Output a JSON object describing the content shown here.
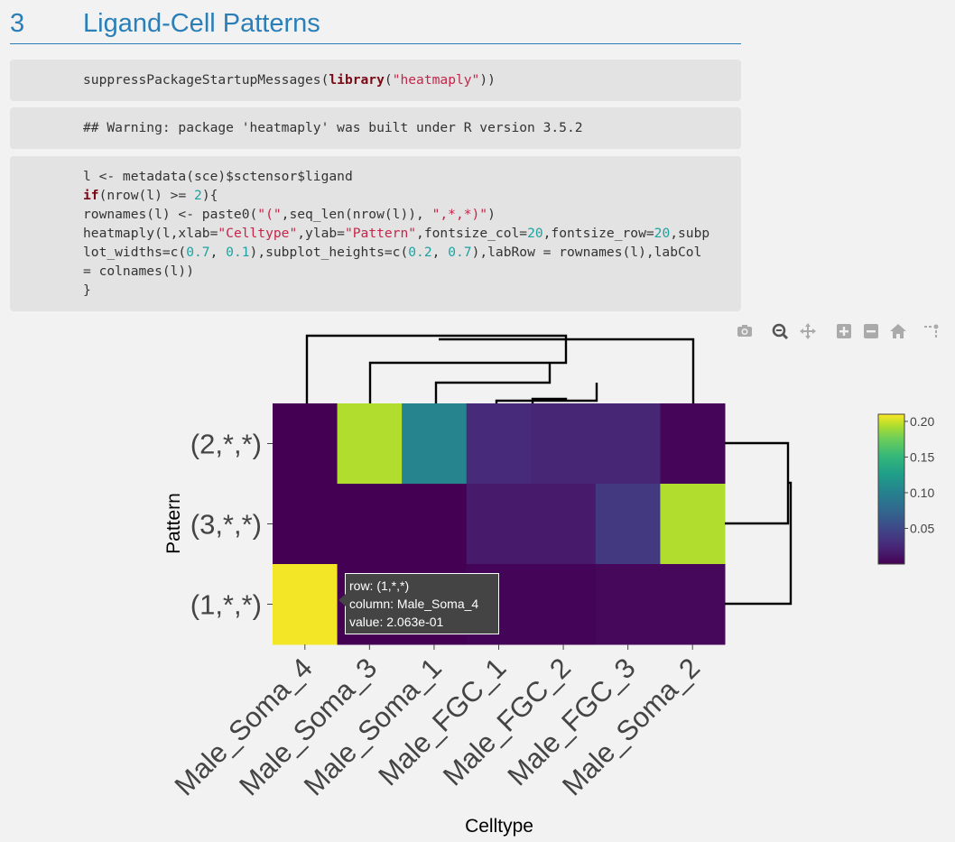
{
  "section": {
    "number": "3",
    "title": "Ligand-Cell Patterns"
  },
  "code1": {
    "fn_a": "suppressPackageStartupMessages(",
    "kw": "library",
    "p1": "(",
    "str": "\"heatmaply\"",
    "p2": "))"
  },
  "warning": {
    "text": "## Warning: package 'heatmaply' was built under R version 3.5.2"
  },
  "code3": {
    "l1": "l <- metadata(sce)$sctensor$ligand",
    "l2_kw": "if",
    "l2_a": "(nrow(l) >= ",
    "l2_num": "2",
    "l2_b": "){",
    "l3_a": "rownames(l) <- paste0(",
    "l3_s1": "\"(\"",
    "l3_b": ",seq_len(nrow(l)), ",
    "l3_s2": "\",*,*)\"",
    "l3_c": ")",
    "l4_a": "heatmaply(l,xlab=",
    "l4_s1": "\"Celltype\"",
    "l4_b": ",ylab=",
    "l4_s2": "\"Pattern\"",
    "l4_c": ",fontsize_col=",
    "l4_n1": "20",
    "l4_d": ",fontsize_row=",
    "l4_n2": "20",
    "l4_e": ",subp",
    "l5_a": "lot_widths=c(",
    "l5_n1": "0.7",
    "l5_b": ", ",
    "l5_n2": "0.1",
    "l5_c": "),subplot_heights=c(",
    "l5_n3": "0.2",
    "l5_d": ", ",
    "l5_n4": "0.7",
    "l5_e": "),labRow = rownames(l),labCol",
    "l6": "= colnames(l))",
    "l7": "}"
  },
  "toolbar": {
    "icons": [
      "camera-icon",
      "zoom-icon",
      "pan-icon",
      "zoom-in-icon",
      "zoom-out-icon",
      "home-icon",
      "spikelines-icon"
    ]
  },
  "chart_data": {
    "type": "heatmap",
    "xlabel": "Celltype",
    "ylabel": "Pattern",
    "columns": [
      "Male_Soma_4",
      "Male_Soma_3",
      "Male_Soma_1",
      "Male_FGC_1",
      "Male_FGC_2",
      "Male_FGC_3",
      "Male_Soma_2"
    ],
    "rows": [
      "(2,*,*)",
      "(3,*,*)",
      "(1,*,*)"
    ],
    "values": [
      [
        0.0,
        0.185,
        0.095,
        0.025,
        0.022,
        0.022,
        0.003
      ],
      [
        0.0,
        0.0,
        0.0,
        0.015,
        0.015,
        0.035,
        0.185
      ],
      [
        0.2063,
        0.0,
        0.0,
        0.002,
        0.002,
        0.004,
        0.004
      ]
    ],
    "colorbar": {
      "ticks": [
        "0.20",
        "0.15",
        "0.10",
        "0.05"
      ],
      "tick_values": [
        0.2,
        0.15,
        0.1,
        0.05
      ],
      "min": 0,
      "max": 0.21
    },
    "colorscale": [
      "#440154",
      "#482878",
      "#3e4989",
      "#31688e",
      "#26828e",
      "#1f9e89",
      "#35b779",
      "#6ece58",
      "#b5de2b",
      "#fde725"
    ]
  },
  "tooltip": {
    "row": "row: (1,*,*)",
    "column": "column: Male_Soma_4",
    "value": "value: 2.063e-01"
  }
}
